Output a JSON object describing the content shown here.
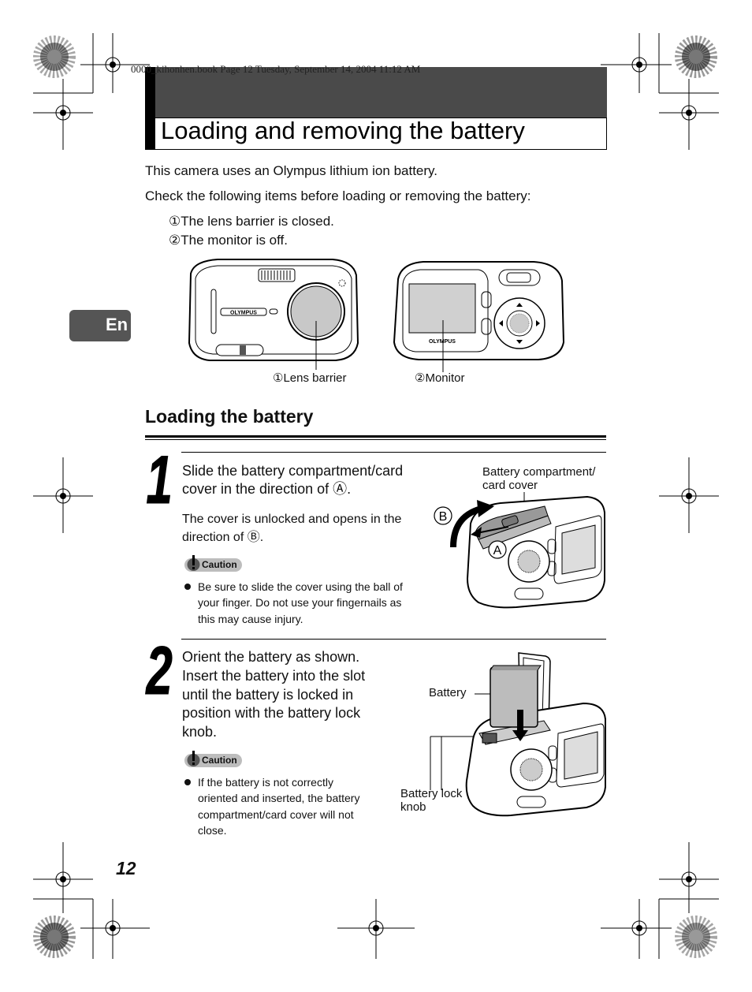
{
  "print_info": "0000_kihonhen.book  Page 12  Tuesday, September 14, 2004  11:12 AM",
  "title": "Loading and removing the battery",
  "intro_1": "This camera uses an Olympus lithium ion battery.",
  "intro_2": "Check the following items before loading or removing the battery:",
  "checks": [
    "①The lens barrier is closed.",
    "②The monitor is off."
  ],
  "lang_tab": "En",
  "figure_labels": {
    "lens_barrier": "①Lens barrier",
    "monitor": "②Monitor",
    "brand": "OLYMPUS"
  },
  "section_heading": "Loading the battery",
  "step1": {
    "number": "1",
    "instruction_1": "Slide the battery compartment/card",
    "instruction_2": "cover in the direction of Ⓐ.",
    "note_1": "The cover is unlocked and opens in the",
    "note_2": "direction of Ⓑ.",
    "caution_label": "Caution",
    "caution_lines": [
      "Be sure to slide the cover using the ball of",
      "your finger. Do not use your fingernails as",
      "this may cause injury."
    ],
    "callout_1": "Battery compartment/",
    "callout_2": "card cover",
    "marker_a": "A",
    "marker_b": "B"
  },
  "step2": {
    "number": "2",
    "instruction_lines": [
      "Orient the battery as shown.",
      "Insert the battery into the slot",
      "until the battery is locked in",
      "position with the battery lock",
      "knob."
    ],
    "caution_label": "Caution",
    "caution_lines": [
      "If the battery is not correctly",
      "oriented and inserted, the battery",
      "compartment/card cover will not",
      "close."
    ],
    "callout_battery": "Battery",
    "callout_lock_1": "Battery lock",
    "callout_lock_2": "knob"
  },
  "page_number": "12"
}
